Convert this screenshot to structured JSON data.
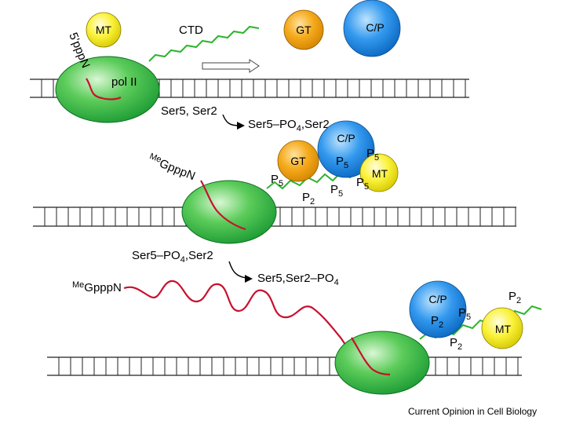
{
  "labels": {
    "mt": "MT",
    "gt": "GT",
    "cp": "C/P",
    "ctd": "CTD",
    "pol2": "pol II",
    "cap_5ppp": "5'pppN",
    "me_sup": "Me",
    "gpppn": "GpppN",
    "ser5_ser2": "Ser5, Ser2",
    "ser5po4_ser2_a": "Ser5–PO",
    "ser5po4_ser2_b": ",Ser2",
    "ser5po4_ser2_left_a": "Ser5–PO",
    "ser5po4_ser2_left_b": ",Ser2",
    "ser5_ser2po4": "Ser5,Ser2–PO",
    "sub4": "4",
    "p": "P",
    "sub5": "5",
    "sub2": "2"
  },
  "footer": "Current Opinion in Cell Biology",
  "colors": {
    "green": "#2fb84a",
    "yellow": "#f7ee1e",
    "orange": "#f0a010",
    "blue": "#1f8ae0",
    "rna": "#c8102e",
    "ctd": "#2db52d"
  }
}
